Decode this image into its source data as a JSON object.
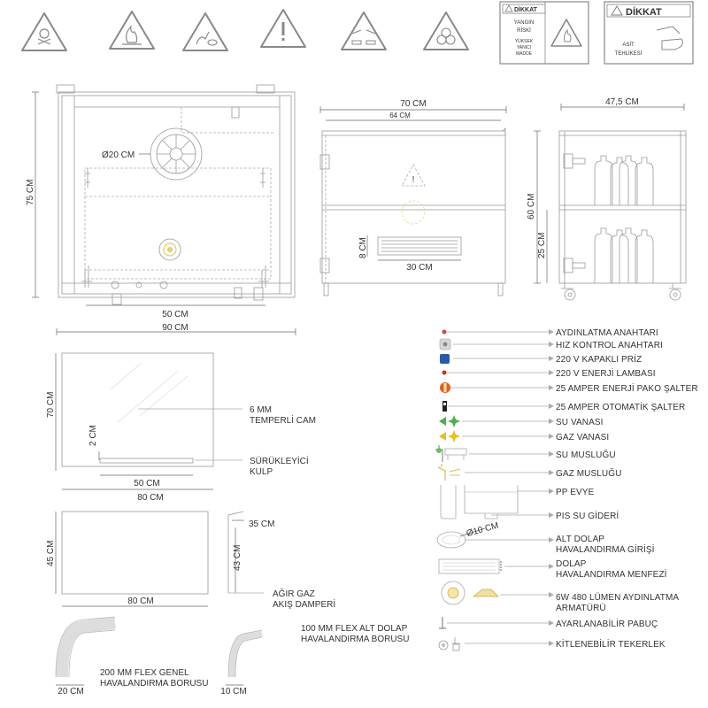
{
  "warning_signs": {
    "sign_titles": [
      "DİKKAT",
      "DİKKAT"
    ],
    "fire_sign": [
      "YANGIN",
      "RİSKİ",
      "YÜKSEK",
      "YANICI",
      "MADDE"
    ],
    "acid_sign": [
      "ASİT",
      "TEHLİKESİ"
    ]
  },
  "front_view": {
    "fan_dim": "Ø20 CM",
    "height": "75 CM",
    "inner_width": "50 CM",
    "outer_width": "90 CM"
  },
  "side_view": {
    "outer_width": "70 CM",
    "inner_width": "64 CM",
    "vent_height": "8 CM",
    "vent_width": "30 CM"
  },
  "section_view": {
    "width": "47,5 CM",
    "upper_height": "60 CM",
    "lower_height": "25 CM"
  },
  "glass_view": {
    "height": "70 CM",
    "handle_gap": "2 CM",
    "handle_width": "50 CM",
    "width": "80 CM",
    "glass_label": [
      "6 MM",
      "TEMPERLİ CAM"
    ],
    "handle_label": [
      "SÜRÜKLEYİCİ",
      "KULP"
    ]
  },
  "damper_view": {
    "height": "45 CM",
    "width": "80 CM",
    "profile_width": "35 CM",
    "profile_height": "43 CM",
    "label": [
      "AĞIR GAZ",
      "AKIŞ DAMPERİ"
    ]
  },
  "ducts": {
    "large_dim": "20 CM",
    "large_label": [
      "200 MM FLEX GENEL",
      "HAVALANDIRMA BORUSU"
    ],
    "small_dim": "10 CM",
    "small_label": [
      "100 MM FLEX ALT DOLAP",
      "HAVALANDIRMA BORUSU"
    ]
  },
  "legend": {
    "items": [
      "AYDINLATMA ANAHTARI",
      "HIZ KONTROL ANAHTARI",
      "220 V KAPAKLI PRİZ",
      "220 V ENERJİ LAMBASI",
      "25 AMPER ENERJİ PAKO ŞALTER",
      "25 AMPER OTOMATİK ŞALTER",
      "SU VANASI",
      "GAZ VANASI",
      "SU MUSLUĞU",
      "GAZ MUSLUĞU",
      "PP EVYE",
      "PIS SU GİDERİ",
      "ALT DOLAP HAVALANDIRMA GİRİŞİ",
      "DOLAP HAVALANDIRMA MENFEZİ",
      "6W 480 LÜMEN AYDINLATMA ARMATÜRÜ",
      "AYARLANABİLİR PABUÇ",
      "KİTLENEBİLİR TEKERLEK"
    ],
    "vent_inlet_dim": "Ø10 CM"
  },
  "colors": {
    "line": "#999999",
    "text": "#333333",
    "blue_socket": "#2a5aa8",
    "red_lamp": "#c83228",
    "green_valve": "#4caf50",
    "yellow_valve": "#e8c020"
  }
}
